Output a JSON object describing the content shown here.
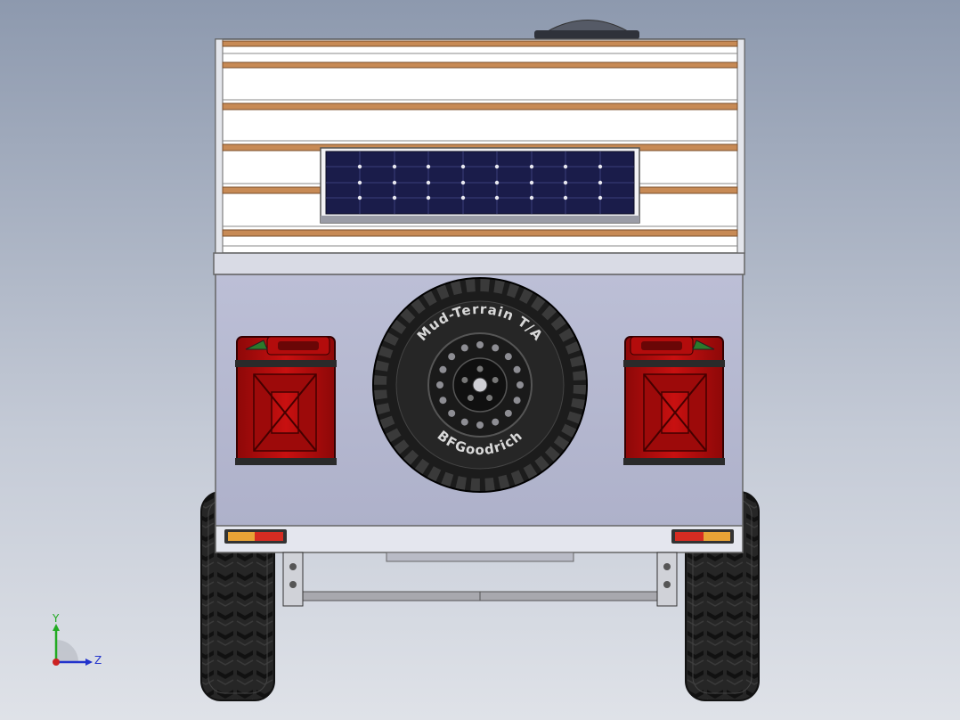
{
  "viewport": {
    "background_top": "#8d99ae",
    "background_bottom": "#dfe2e8"
  },
  "trailer": {
    "cabin_panel_color": "#ffffff",
    "wood_slat_color": "#c78a55",
    "body_color": "#b8bbd3",
    "frame_color": "#e6e8ee",
    "solar_panel_color": "#1a1c4a",
    "jerrycan_color": "#c00d0d",
    "tire_color": "#222222",
    "rim_color": "#1a1a1a",
    "axle_color": "#a8a8ae",
    "tail_light_amber": "#e8a336",
    "tail_light_red": "#d62c22",
    "spare_tire_text_top": "Mud-Terrain T/A",
    "spare_tire_text_bottom": "BFGoodrich"
  },
  "axis_triad": {
    "y_label": "Y",
    "z_label": "Z",
    "y_color": "#22aa22",
    "z_color": "#2233cc",
    "x_color": "#cc2222"
  }
}
